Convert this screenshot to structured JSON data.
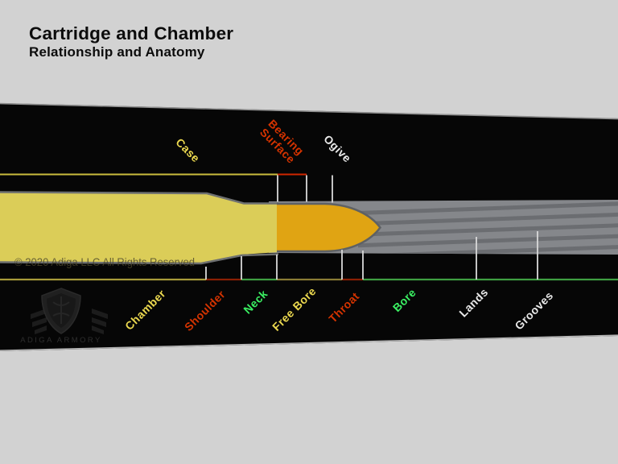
{
  "title": {
    "main": "Cartridge and Chamber",
    "subtitle": "Relationship and Anatomy"
  },
  "watermark": "© 2020 Adiga LLC All Rights Reserved",
  "logo": {
    "name": "ADIGA ARMORY"
  },
  "labels": {
    "case": "Case",
    "bearing_surface_1": "Bearing",
    "bearing_surface_2": "Surface",
    "ogive": "Ogive",
    "chamber": "Chamber",
    "shoulder": "Shoulder",
    "neck": "Neck",
    "free_bore": "Free Bore",
    "throat": "Throat",
    "bore": "Bore",
    "lands": "Lands",
    "grooves": "Grooves"
  },
  "colors": {
    "background": "#d2d2d2",
    "band_black": "#060606",
    "case_brass": "#dbcd58",
    "bullet_orange": "#e0a413",
    "bore_gray": "#85878b",
    "groove_gray": "#6b6d71",
    "label_yellow": "#ecd94f",
    "label_red": "#d43300",
    "label_green": "#3bf163",
    "label_white": "#e9e9e9",
    "line_top_yellow": "#c9bc3d",
    "line_top_red": "#cf2600",
    "line_olive": "#8a7c35",
    "line_chamber": "#a89b3a",
    "line_red": "#8b2004",
    "line_green": "#3f9e42",
    "title_text": "#0c0c0c"
  }
}
